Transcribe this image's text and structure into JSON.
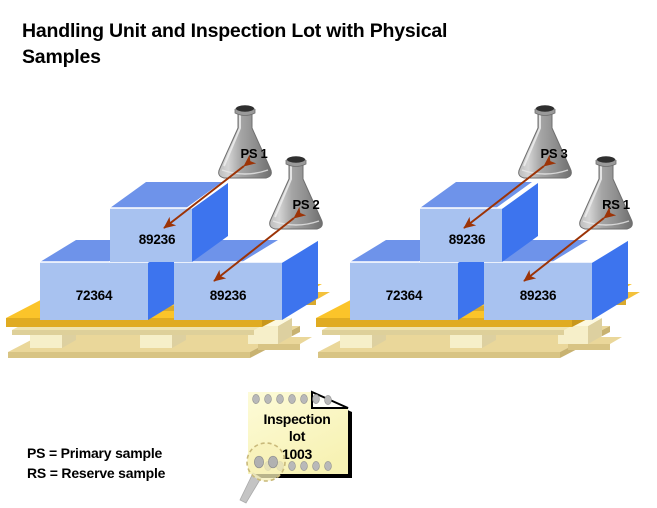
{
  "page": {
    "title_line1": "Handling Unit and Inspection Lot with Physical",
    "title_line2": "Samples",
    "background_color": "#ffffff"
  },
  "colors": {
    "box_front": "#a8c2f0",
    "box_top": "#6e93ea",
    "box_side": "#3d74ee",
    "pallet_top": "#fbc42a",
    "pallet_side": "#c8a23c",
    "pallet_block": "#f6efc9",
    "pallet_board_light": "#ead79a",
    "flask_light": "#cfcfcf",
    "flask_mid": "#9a9a9a",
    "flask_dark": "#6e6e6e",
    "flask_rim": "#3c3c3c",
    "arrow": "#9c3306",
    "note_paper": "#fbf8c8",
    "note_border": "#000000",
    "lens": "#f7f0b8",
    "handle": "#c0c0c0",
    "text": "#000000"
  },
  "pallets": [
    {
      "name": "left-handling-unit",
      "boxes": [
        {
          "position": "top",
          "label": "89236"
        },
        {
          "position": "bottom-left",
          "label": "72364"
        },
        {
          "position": "bottom-right",
          "label": "89236"
        }
      ]
    },
    {
      "name": "right-handling-unit",
      "boxes": [
        {
          "position": "top",
          "label": "89236"
        },
        {
          "position": "bottom-left",
          "label": "72364"
        },
        {
          "position": "bottom-right",
          "label": "89236"
        }
      ]
    }
  ],
  "flasks": [
    {
      "id": "flask-ps1",
      "label": "PS 1",
      "linked_box": "left-top-box"
    },
    {
      "id": "flask-ps2",
      "label": "PS 2",
      "linked_box": "left-bottom-right-box"
    },
    {
      "id": "flask-ps3",
      "label": "PS 3",
      "linked_box": "right-top-box"
    },
    {
      "id": "flask-rs1",
      "label": "RS 1",
      "linked_box": "right-bottom-right-box"
    }
  ],
  "note": {
    "line1": "Inspection",
    "line2": "lot",
    "line3": "1003"
  },
  "legend": {
    "line1": "PS = Primary sample",
    "line2": "RS = Reserve sample"
  }
}
